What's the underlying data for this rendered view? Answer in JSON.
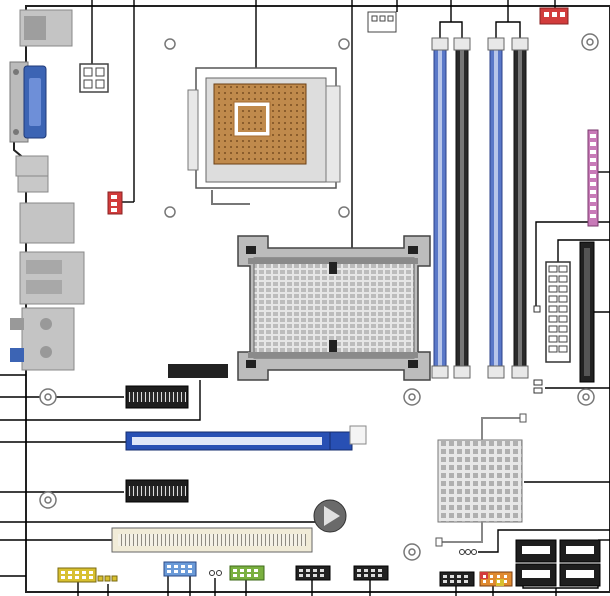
{
  "diagram": {
    "type": "motherboard-layout",
    "components": [
      {
        "name": "cpu-socket"
      },
      {
        "name": "northbridge-heatsink"
      },
      {
        "name": "southbridge-heatsink"
      },
      {
        "name": "dimm-slots",
        "count": 4
      },
      {
        "name": "pcie-x16-slot"
      },
      {
        "name": "pcie-x1-slots",
        "count": 2
      },
      {
        "name": "pci-slot"
      },
      {
        "name": "atx-power-connector"
      },
      {
        "name": "atx12v-connector"
      },
      {
        "name": "ide-connector"
      },
      {
        "name": "sata-connectors",
        "count": 4
      },
      {
        "name": "front-panel-headers"
      },
      {
        "name": "fan-headers"
      },
      {
        "name": "back-panel-io"
      },
      {
        "name": "battery"
      },
      {
        "name": "mounting-holes"
      }
    ],
    "colors": {
      "board_outline": "#222222",
      "dimm_blue": "#5a78c8",
      "dimm_black": "#2a2a2a",
      "pcie_blue": "#2850b4",
      "heatsink": "#c8c8c8",
      "cpu_socket": "#b47a3a",
      "fan_header_red": "#d23c3c",
      "header_yellow": "#d8c030",
      "header_blue": "#6a9ad8",
      "header_green": "#7ab040",
      "header_orange": "#e08a30",
      "io_gray": "#bdbdbd",
      "vga_blue": "#3c64b4",
      "audio_blue": "#3c64b4",
      "callout_line": "#000000"
    }
  }
}
